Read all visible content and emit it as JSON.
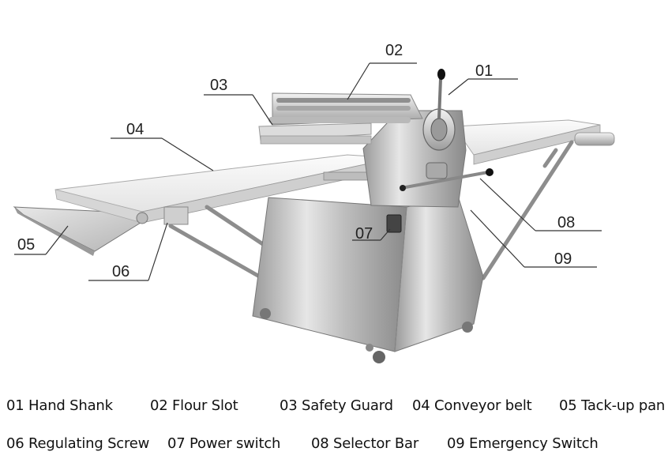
{
  "callouts": [
    {
      "num": "01",
      "label": "Hand Shank"
    },
    {
      "num": "02",
      "label": "Flour Slot"
    },
    {
      "num": "03",
      "label": "Safety Guard"
    },
    {
      "num": "04",
      "label": "Conveyor belt"
    },
    {
      "num": "05",
      "label": "Tack-up pan"
    },
    {
      "num": "06",
      "label": "Regulating Screw"
    },
    {
      "num": "07",
      "label": "Power switch"
    },
    {
      "num": "08",
      "label": "Selector Bar"
    },
    {
      "num": "09",
      "label": "Emergency Switch"
    }
  ],
  "legend": {
    "row1": [
      "01 Hand Shank",
      "02 Flour Slot",
      "03 Safety Guard",
      "04 Conveyor belt",
      "05 Tack-up pan"
    ],
    "row2": [
      "06 Regulating Screw",
      "07 Power switch",
      "08 Selector Bar",
      "09 Emergency Switch"
    ]
  }
}
